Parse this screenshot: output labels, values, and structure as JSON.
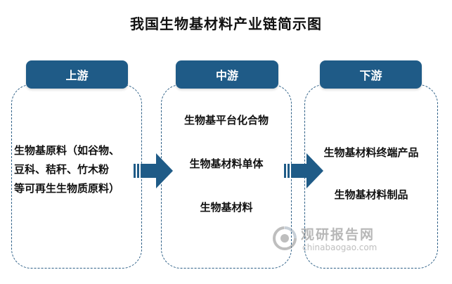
{
  "title": "我国生物基材料产业链简示图",
  "stages": {
    "upstream": {
      "header": "上游",
      "lines": [
        "生物基原料（如谷物、",
        "豆科、秸秆、竹木粉",
        "等可再生生物质原料）"
      ]
    },
    "midstream": {
      "header": "中游",
      "items": [
        "生物基平台化合物",
        "生物基材料单体",
        "生物基材料"
      ]
    },
    "downstream": {
      "header": "下游",
      "items": [
        "生物基材料终端产品",
        "生物基材料制品"
      ]
    }
  },
  "watermark": {
    "name_cn": "观研报告网",
    "domain": "chinabaogao.com"
  },
  "colors": {
    "accent": "#1f5b87",
    "border": "#2d5f86",
    "arrow": "#1f5b87"
  },
  "icons": {
    "arrow": "flow-arrow-icon",
    "watermark_logo": "watermark-logo-icon"
  }
}
